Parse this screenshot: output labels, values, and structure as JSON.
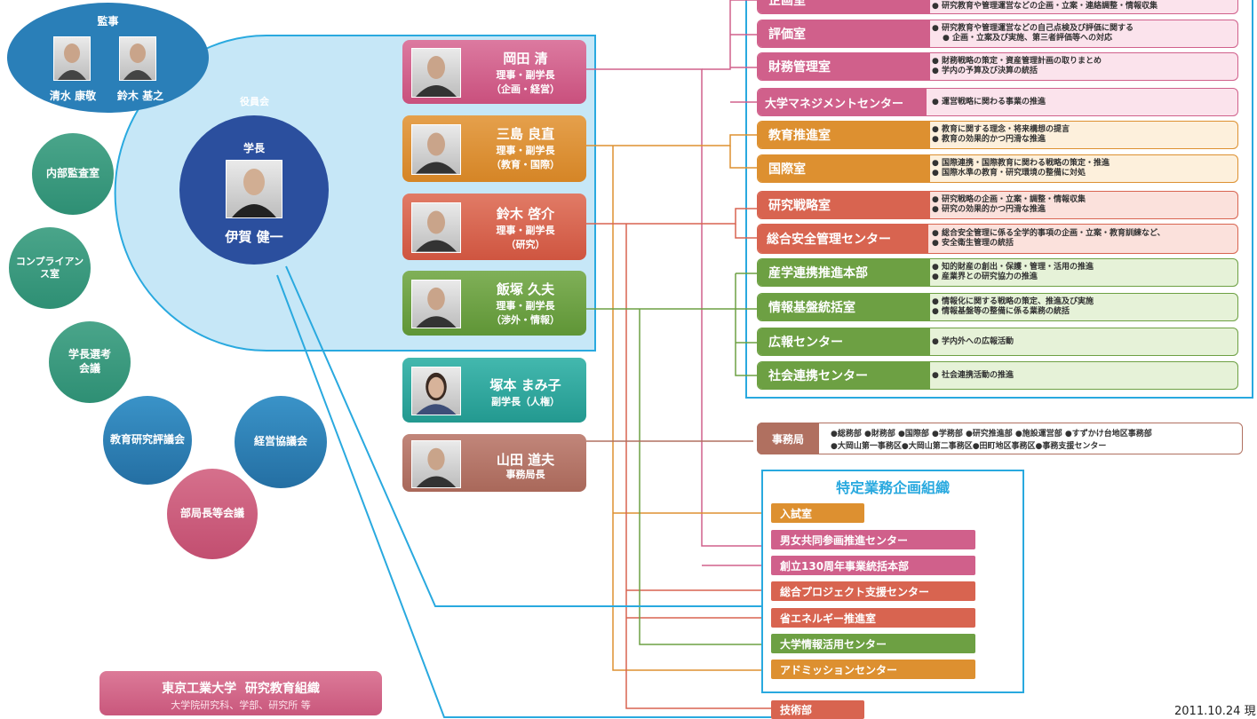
{
  "auditors": {
    "title": "監事",
    "members": [
      "清水 康敬",
      "鈴木 基之"
    ]
  },
  "board_label": "役員会",
  "president": {
    "title": "学長",
    "name": "伊賀 健一"
  },
  "side_circles": [
    {
      "label": "内部監査室",
      "color": "#3a9b7c"
    },
    {
      "label": "コンプライアンス室",
      "color": "#3a9b7c"
    },
    {
      "label": "学長選考会議",
      "color": "#3a9b7c"
    },
    {
      "label": "教育研究評議会",
      "color": "#2a7fb8"
    },
    {
      "label": "経営協議会",
      "color": "#2a7fb8"
    },
    {
      "label": "部局長等会議",
      "color": "#d0607e"
    }
  ],
  "executives": [
    {
      "name": "岡田 清",
      "role1": "理事・副学長",
      "role2": "（企画・経営）",
      "color": "#d0608b"
    },
    {
      "name": "三島 良直",
      "role1": "理事・副学長",
      "role2": "（教育・国際）",
      "color": "#dd9030"
    },
    {
      "name": "鈴木 啓介",
      "role1": "理事・副学長",
      "role2": "（研究）",
      "color": "#d86450"
    },
    {
      "name": "飯塚 久夫",
      "role1": "理事・副学長",
      "role2": "（渉外・情報）",
      "color": "#6da043"
    },
    {
      "name": "塚本 まみ子",
      "role1": "副学長（人権）",
      "role2": "",
      "color": "#2eaaa0"
    },
    {
      "name": "山田 道夫",
      "role1": "事務局長",
      "role2": "",
      "color": "#b07060"
    }
  ],
  "offices": [
    {
      "title": "企画室",
      "desc": [
        "研究教育や管理運営などの企画・立案・連絡調整・情報収集"
      ],
      "color": "#d0608b",
      "bg": "#fbe3ec"
    },
    {
      "title": "評価室",
      "desc": [
        "研究教育や管理運営などの自己点検及び評価に関する",
        "企画・立案及び実施、第三者評価等への対応"
      ],
      "color": "#d0608b",
      "bg": "#fbe3ec"
    },
    {
      "title": "財務管理室",
      "desc": [
        "財務戦略の策定・資産管理計画の取りまとめ",
        "学内の予算及び決算の統括"
      ],
      "color": "#d0608b",
      "bg": "#fbe3ec"
    },
    {
      "title": "大学マネジメントセンター",
      "desc": [
        "運営戦略に関わる事業の推進"
      ],
      "color": "#d0608b",
      "bg": "#fbe3ec"
    },
    {
      "title": "教育推進室",
      "desc": [
        "教育に関する理念・将来構想の提言",
        "教育の効果的かつ円滑な推進"
      ],
      "color": "#dd9030",
      "bg": "#fdf0dc"
    },
    {
      "title": "国際室",
      "desc": [
        "国際連携・国際教育に関わる戦略の策定・推進",
        "国際水準の教育・研究環境の整備に対処"
      ],
      "color": "#dd9030",
      "bg": "#fdf0dc"
    },
    {
      "title": "研究戦略室",
      "desc": [
        "研究戦略の企画・立案・調整・情報収集",
        "研究の効果的かつ円滑な推進"
      ],
      "color": "#d86450",
      "bg": "#fbe1dc"
    },
    {
      "title": "総合安全管理センター",
      "desc": [
        "総合安全管理に係る全学的事項の企画・立案・教育訓練など、",
        "安全衛生管理の統括"
      ],
      "color": "#d86450",
      "bg": "#fbe1dc"
    },
    {
      "title": "産学連携推進本部",
      "desc": [
        "知的財産の創出・保護・管理・活用の推進",
        "産業界との研究協力の推進"
      ],
      "color": "#6da043",
      "bg": "#e6f2d8"
    },
    {
      "title": "情報基盤統括室",
      "desc": [
        "情報化に関する戦略の策定、推進及び実施",
        "情報基盤等の整備に係る業務の統括"
      ],
      "color": "#6da043",
      "bg": "#e6f2d8"
    },
    {
      "title": "広報センター",
      "desc": [
        "学内外への広報活動"
      ],
      "color": "#6da043",
      "bg": "#e6f2d8"
    },
    {
      "title": "社会連携センター",
      "desc": [
        "社会連携活動の推進"
      ],
      "color": "#6da043",
      "bg": "#e6f2d8"
    }
  ],
  "secretariat": {
    "label": "事務局",
    "line1": "●総務部 ●財務部 ●国際部 ●学務部 ●研究推進部 ●施設運営部 ●すずかけ台地区事務部",
    "line2": "●大岡山第一事務区●大岡山第二事務区●田町地区事務区●事務支援センター"
  },
  "special": {
    "title": "特定業務企画組織",
    "items": [
      {
        "label": "入試室",
        "color": "#dd9030"
      },
      {
        "label": "男女共同参画推進センター",
        "color": "#d0608b"
      },
      {
        "label": "創立130周年事業統括本部",
        "color": "#d0608b"
      },
      {
        "label": "総合プロジェクト支援センター",
        "color": "#d86450"
      },
      {
        "label": "省エネルギー推進室",
        "color": "#d86450"
      },
      {
        "label": "大学情報活用センター",
        "color": "#6da043"
      },
      {
        "label": "アドミッションセンター",
        "color": "#dd9030"
      }
    ]
  },
  "tech": {
    "label": "技術部",
    "color": "#d86450"
  },
  "research_org": {
    "title": "東京工業大学  研究教育組織",
    "subtitle": "大学院研究科、学部、研究所 等"
  },
  "date": "2011.10.24 現"
}
